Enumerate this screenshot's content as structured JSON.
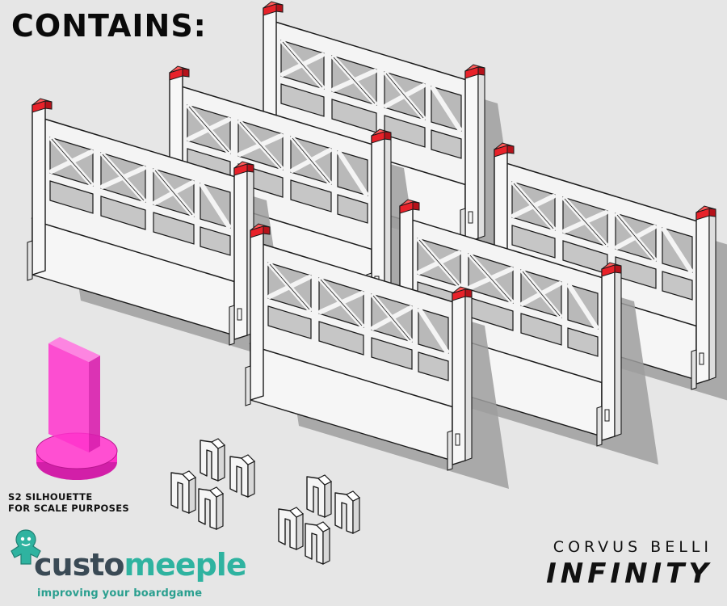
{
  "heading": "CONTAINS:",
  "silhouette_caption": {
    "line1": "S2 SILHOUETTE",
    "line2": "FOR SCALE PURPOSES"
  },
  "logos": {
    "custommeeple": {
      "word_part1": "custo",
      "word_part2": "meeple",
      "tagline": "improving your boardgame"
    },
    "corvus_belli": {
      "top": "CORVUS BELLI",
      "bottom": "INFINITY"
    }
  },
  "colors": {
    "background": "#e6e6e6",
    "fence_fill": "#f4f4f4",
    "fence_stroke": "#1a1a1a",
    "shadow": "#9a9a9a",
    "cap_red": "#e8222a",
    "silhouette_magenta": "#ff33cc",
    "custommeeple_teal": "#2fb3a0"
  },
  "icons": [
    "fence-barrier-icon",
    "s2-silhouette-icon",
    "connector-clip-icon",
    "meeple-mascot-icon"
  ]
}
